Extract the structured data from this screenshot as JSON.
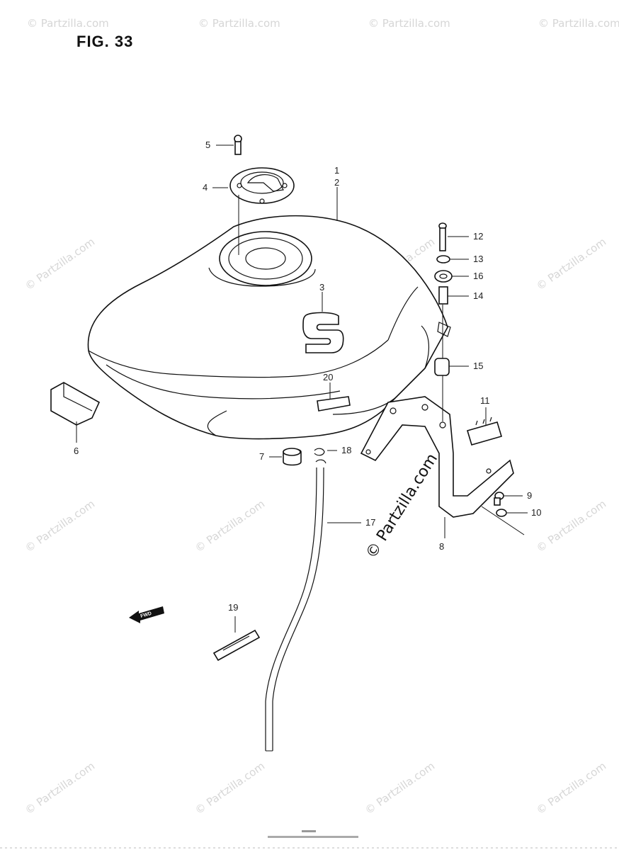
{
  "figure": {
    "title": "FIG. 33"
  },
  "watermark": {
    "text": "© Partzilla.com",
    "main_text": "© Partzilla.com"
  },
  "direction_marker": {
    "label": "FWD"
  },
  "callouts": [
    {
      "id": "1",
      "label": "1"
    },
    {
      "id": "2",
      "label": "2"
    },
    {
      "id": "3",
      "label": "3"
    },
    {
      "id": "4",
      "label": "4"
    },
    {
      "id": "5",
      "label": "5"
    },
    {
      "id": "6",
      "label": "6"
    },
    {
      "id": "7",
      "label": "7"
    },
    {
      "id": "8",
      "label": "8"
    },
    {
      "id": "9",
      "label": "9"
    },
    {
      "id": "10",
      "label": "10"
    },
    {
      "id": "11",
      "label": "11"
    },
    {
      "id": "12",
      "label": "12"
    },
    {
      "id": "13",
      "label": "13"
    },
    {
      "id": "14",
      "label": "14"
    },
    {
      "id": "15",
      "label": "15"
    },
    {
      "id": "16",
      "label": "16"
    },
    {
      "id": "17",
      "label": "17"
    },
    {
      "id": "18",
      "label": "18"
    },
    {
      "id": "19",
      "label": "19"
    },
    {
      "id": "20",
      "label": "20"
    }
  ],
  "colors": {
    "line": "#111111",
    "watermark": "#d6d6d6",
    "background": "#ffffff"
  }
}
